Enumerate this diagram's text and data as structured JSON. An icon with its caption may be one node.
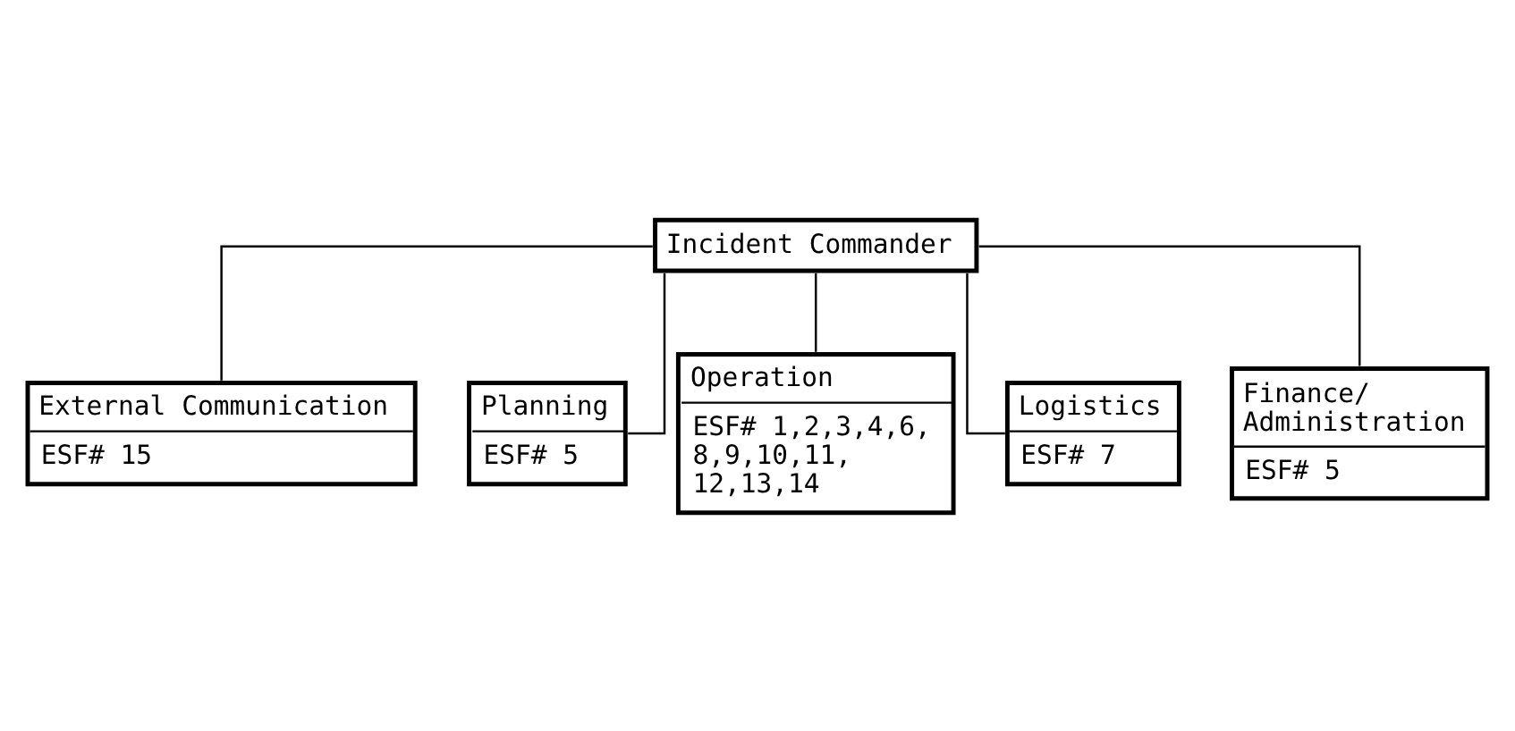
{
  "diagram": {
    "nodes": [
      {
        "text": [
          "Incident Commander"
        ]
      },
      {
        "text": [
          "External Communication",
          "ESF# 15"
        ]
      },
      {
        "text": [
          "Planning",
          "ESF# 5"
        ]
      },
      {
        "text": [
          "Operation",
          "ESF# 1,2,3,4,6, 8,9,10,11, 12,13,14"
        ]
      },
      {
        "text": [
          "Logistics",
          "ESF# 7"
        ]
      },
      {
        "text": [
          "Finance/ Administration",
          "ESF# 5"
        ]
      }
    ],
    "edges": [
      {
        "from": 0,
        "to": 1,
        "arrow": "none"
      },
      {
        "from": 0,
        "to": 2,
        "arrow": "none"
      },
      {
        "from": 0,
        "to": 3,
        "arrow": "none"
      },
      {
        "from": 0,
        "to": 4,
        "arrow": "none"
      },
      {
        "from": 0,
        "to": 5,
        "arrow": "none"
      }
    ]
  }
}
